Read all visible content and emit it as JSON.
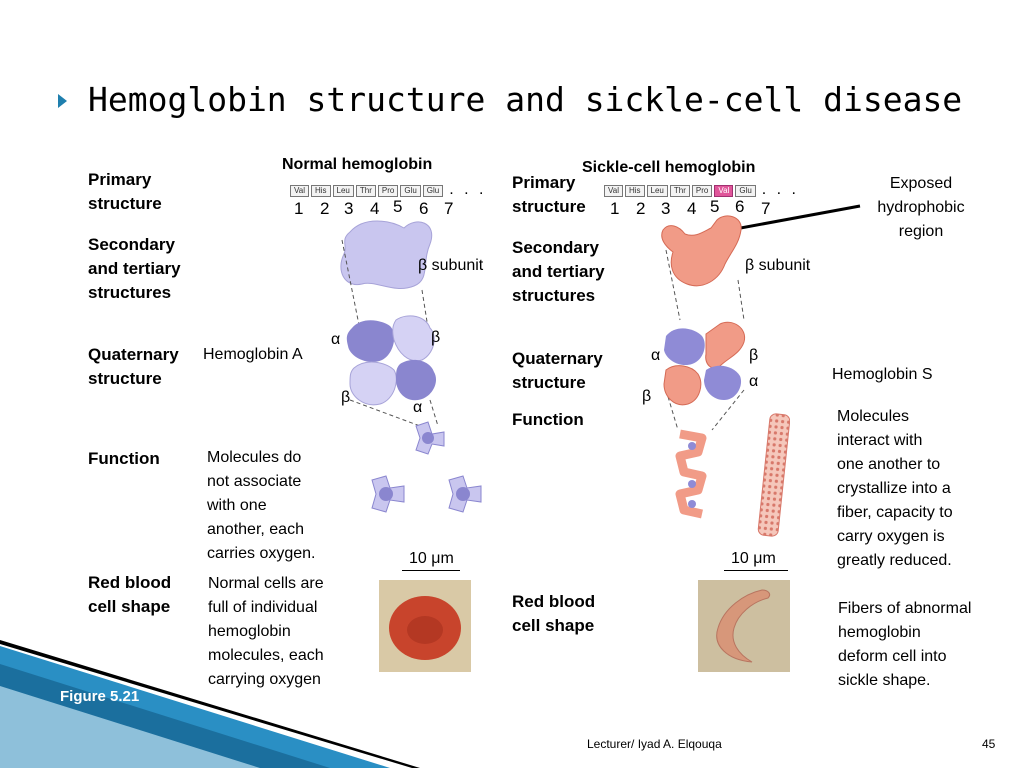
{
  "slide": {
    "title": "Hemoglobin structure and sickle-cell disease",
    "figure_label": "Figure 5.21",
    "footer_text": "Lecturer/ Iyad A. Elqouqa",
    "page_number": "45",
    "colors": {
      "accent": "#1f7fae",
      "normal_protein": "#c9c6ef",
      "normal_alpha": "#8a86cf",
      "sickle_beta": "#f19b87",
      "sickle_alpha": "#8f8bd6",
      "mutant_residue": "#e0569a",
      "normal_cell": "#c8442c",
      "sickle_cell": "#d7977a"
    }
  },
  "row_labels": {
    "primary": [
      "Primary",
      "structure"
    ],
    "secondary": [
      "Secondary",
      "and tertiary",
      "structures"
    ],
    "quaternary": [
      "Quaternary",
      "structure"
    ],
    "function": "Function",
    "rbc": [
      "Red blood",
      "cell shape"
    ]
  },
  "normal": {
    "heading": "Normal hemoglobin",
    "sequence": [
      "Val",
      "His",
      "Leu",
      "Thr",
      "Pro",
      "Glu",
      "Glu"
    ],
    "positions": [
      "1",
      "2",
      "3",
      "4",
      "5",
      "6",
      "7"
    ],
    "dots": ". . .",
    "beta_subunit": "β subunit",
    "hemoglobin_name": "Hemoglobin A",
    "subunit_labels": {
      "alpha_top": "α",
      "beta_top": "β",
      "beta_bottom": "β",
      "alpha_bottom": "α"
    },
    "function_text": [
      "Molecules do",
      "not associate",
      "with one",
      "another, each",
      "carries oxygen."
    ],
    "scale": "10 μm",
    "rbc_text": [
      "Normal cells are",
      "full of individual",
      "hemoglobin",
      "molecules, each",
      "carrying oxygen"
    ]
  },
  "sickle": {
    "heading": "Sickle-cell hemoglobin",
    "sequence": [
      "Val",
      "His",
      "Leu",
      "Thr",
      "Pro",
      "Val",
      "Glu"
    ],
    "mutant_index": 5,
    "positions": [
      "1",
      "2",
      "3",
      "4",
      "5",
      "6",
      "7"
    ],
    "dots": ". . .",
    "beta_subunit": "β subunit",
    "exposed_region": [
      "Exposed",
      "hydrophobic",
      "region"
    ],
    "hemoglobin_name": "Hemoglobin S",
    "subunit_labels": {
      "alpha_top": "α",
      "beta_top": "β",
      "beta_bottom": "β",
      "alpha_bottom": "α"
    },
    "function_text": [
      "Molecules",
      "interact with",
      "one another to",
      "crystallize into a",
      "fiber, capacity to",
      "carry oxygen is",
      "greatly reduced."
    ],
    "scale": "10 μm",
    "rbc_text": [
      "Fibers of abnormal",
      "hemoglobin",
      "deform cell into",
      "sickle shape."
    ]
  }
}
